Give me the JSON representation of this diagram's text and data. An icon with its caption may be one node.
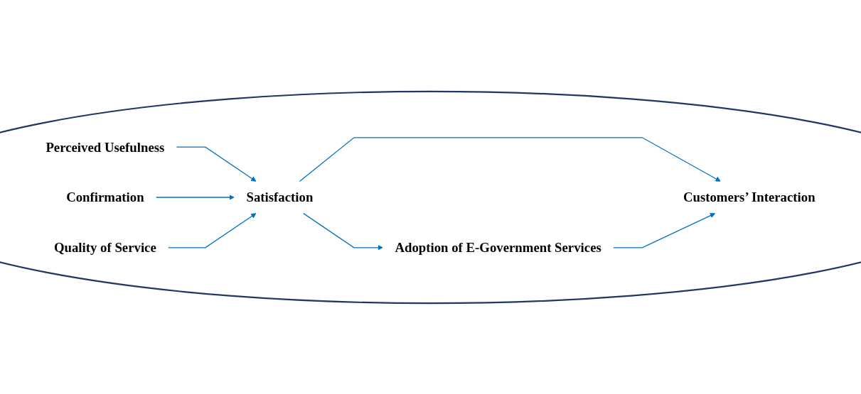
{
  "diagram": {
    "nodes": [
      {
        "text": [],
        "shape": "ellipse"
      },
      {
        "text": [
          "Perceived Usefulness"
        ],
        "in": 0
      },
      {
        "text": [
          "Customers’ Interaction"
        ],
        "in": 0
      },
      {
        "text": [
          "Confirmation"
        ],
        "in": 0
      },
      {
        "text": [
          "Satisfaction"
        ],
        "in": 0
      },
      {
        "text": [
          "Adoption of E-Government Services"
        ],
        "in": 0
      },
      {
        "text": [
          "Quality of Service"
        ],
        "in": 0
      }
    ],
    "edges": [
      {
        "from": 1,
        "to": 4,
        "arrow": "to"
      },
      {
        "from": 3,
        "to": 4,
        "arrow": "to"
      },
      {
        "from": 6,
        "to": 4,
        "arrow": "to"
      },
      {
        "from": 4,
        "to": 2,
        "arrow": "to"
      },
      {
        "from": 4,
        "to": 5,
        "arrow": "to"
      },
      {
        "from": 5,
        "to": 2,
        "arrow": "to"
      }
    ]
  }
}
